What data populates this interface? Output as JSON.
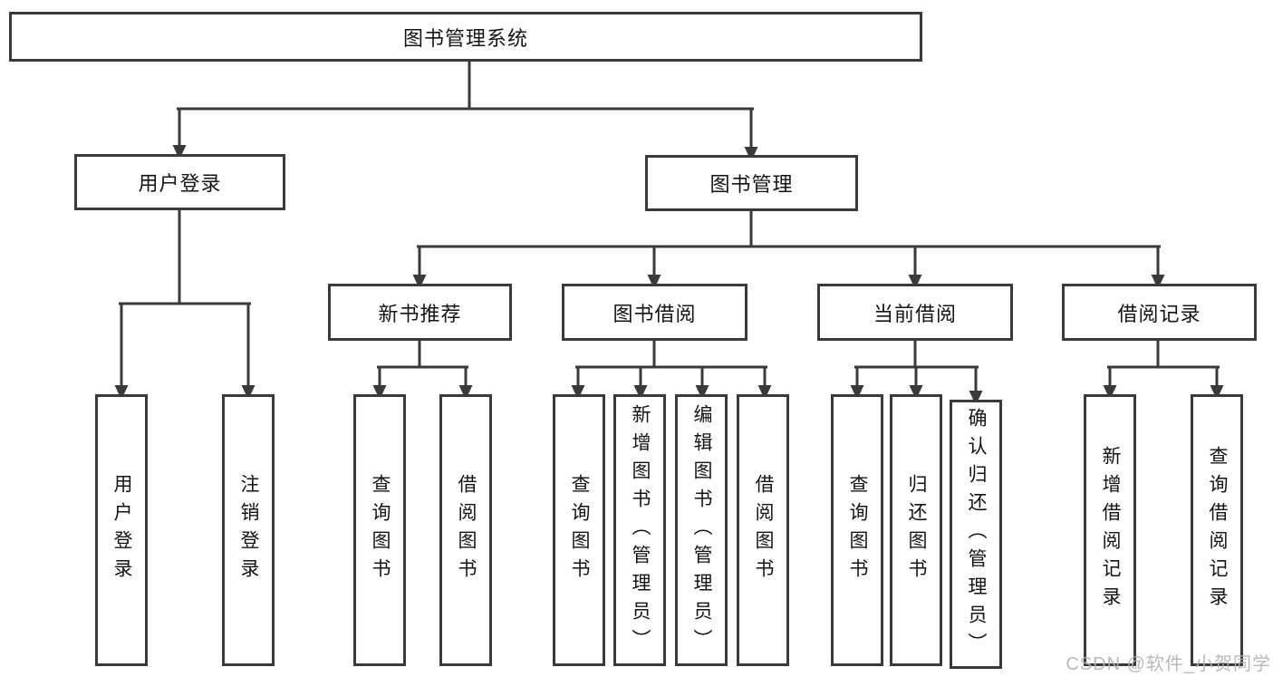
{
  "watermark": "CSDN @软件_小贺同学",
  "colors": {
    "line": "#3a3a3a",
    "box_border": "#3a3a3a",
    "text": "#141414",
    "background": "#ffffff",
    "watermark": "#b2b2b2"
  },
  "diagram": {
    "root": "图书管理系统",
    "level2": {
      "userLogin": "用户登录",
      "bookMgmt": "图书管理"
    },
    "level3": {
      "newBook": "新书推荐",
      "bookBorrow": "图书借阅",
      "currentBorrow": "当前借阅",
      "borrowRecords": "借阅记录"
    },
    "leaves": {
      "userLogin": [
        "用户登录",
        "注销登录"
      ],
      "newBook": [
        "查询图书",
        "借阅图书"
      ],
      "bookBorrow": [
        "查询图书",
        "新增图书（管理员）",
        "编辑图书（管理员）",
        "借阅图书"
      ],
      "currentBorrow": [
        "查询图书",
        "归还图书",
        "确认归还（管理员）"
      ],
      "borrowRecords": [
        "新增借阅记录",
        "查询借阅记录"
      ]
    }
  }
}
